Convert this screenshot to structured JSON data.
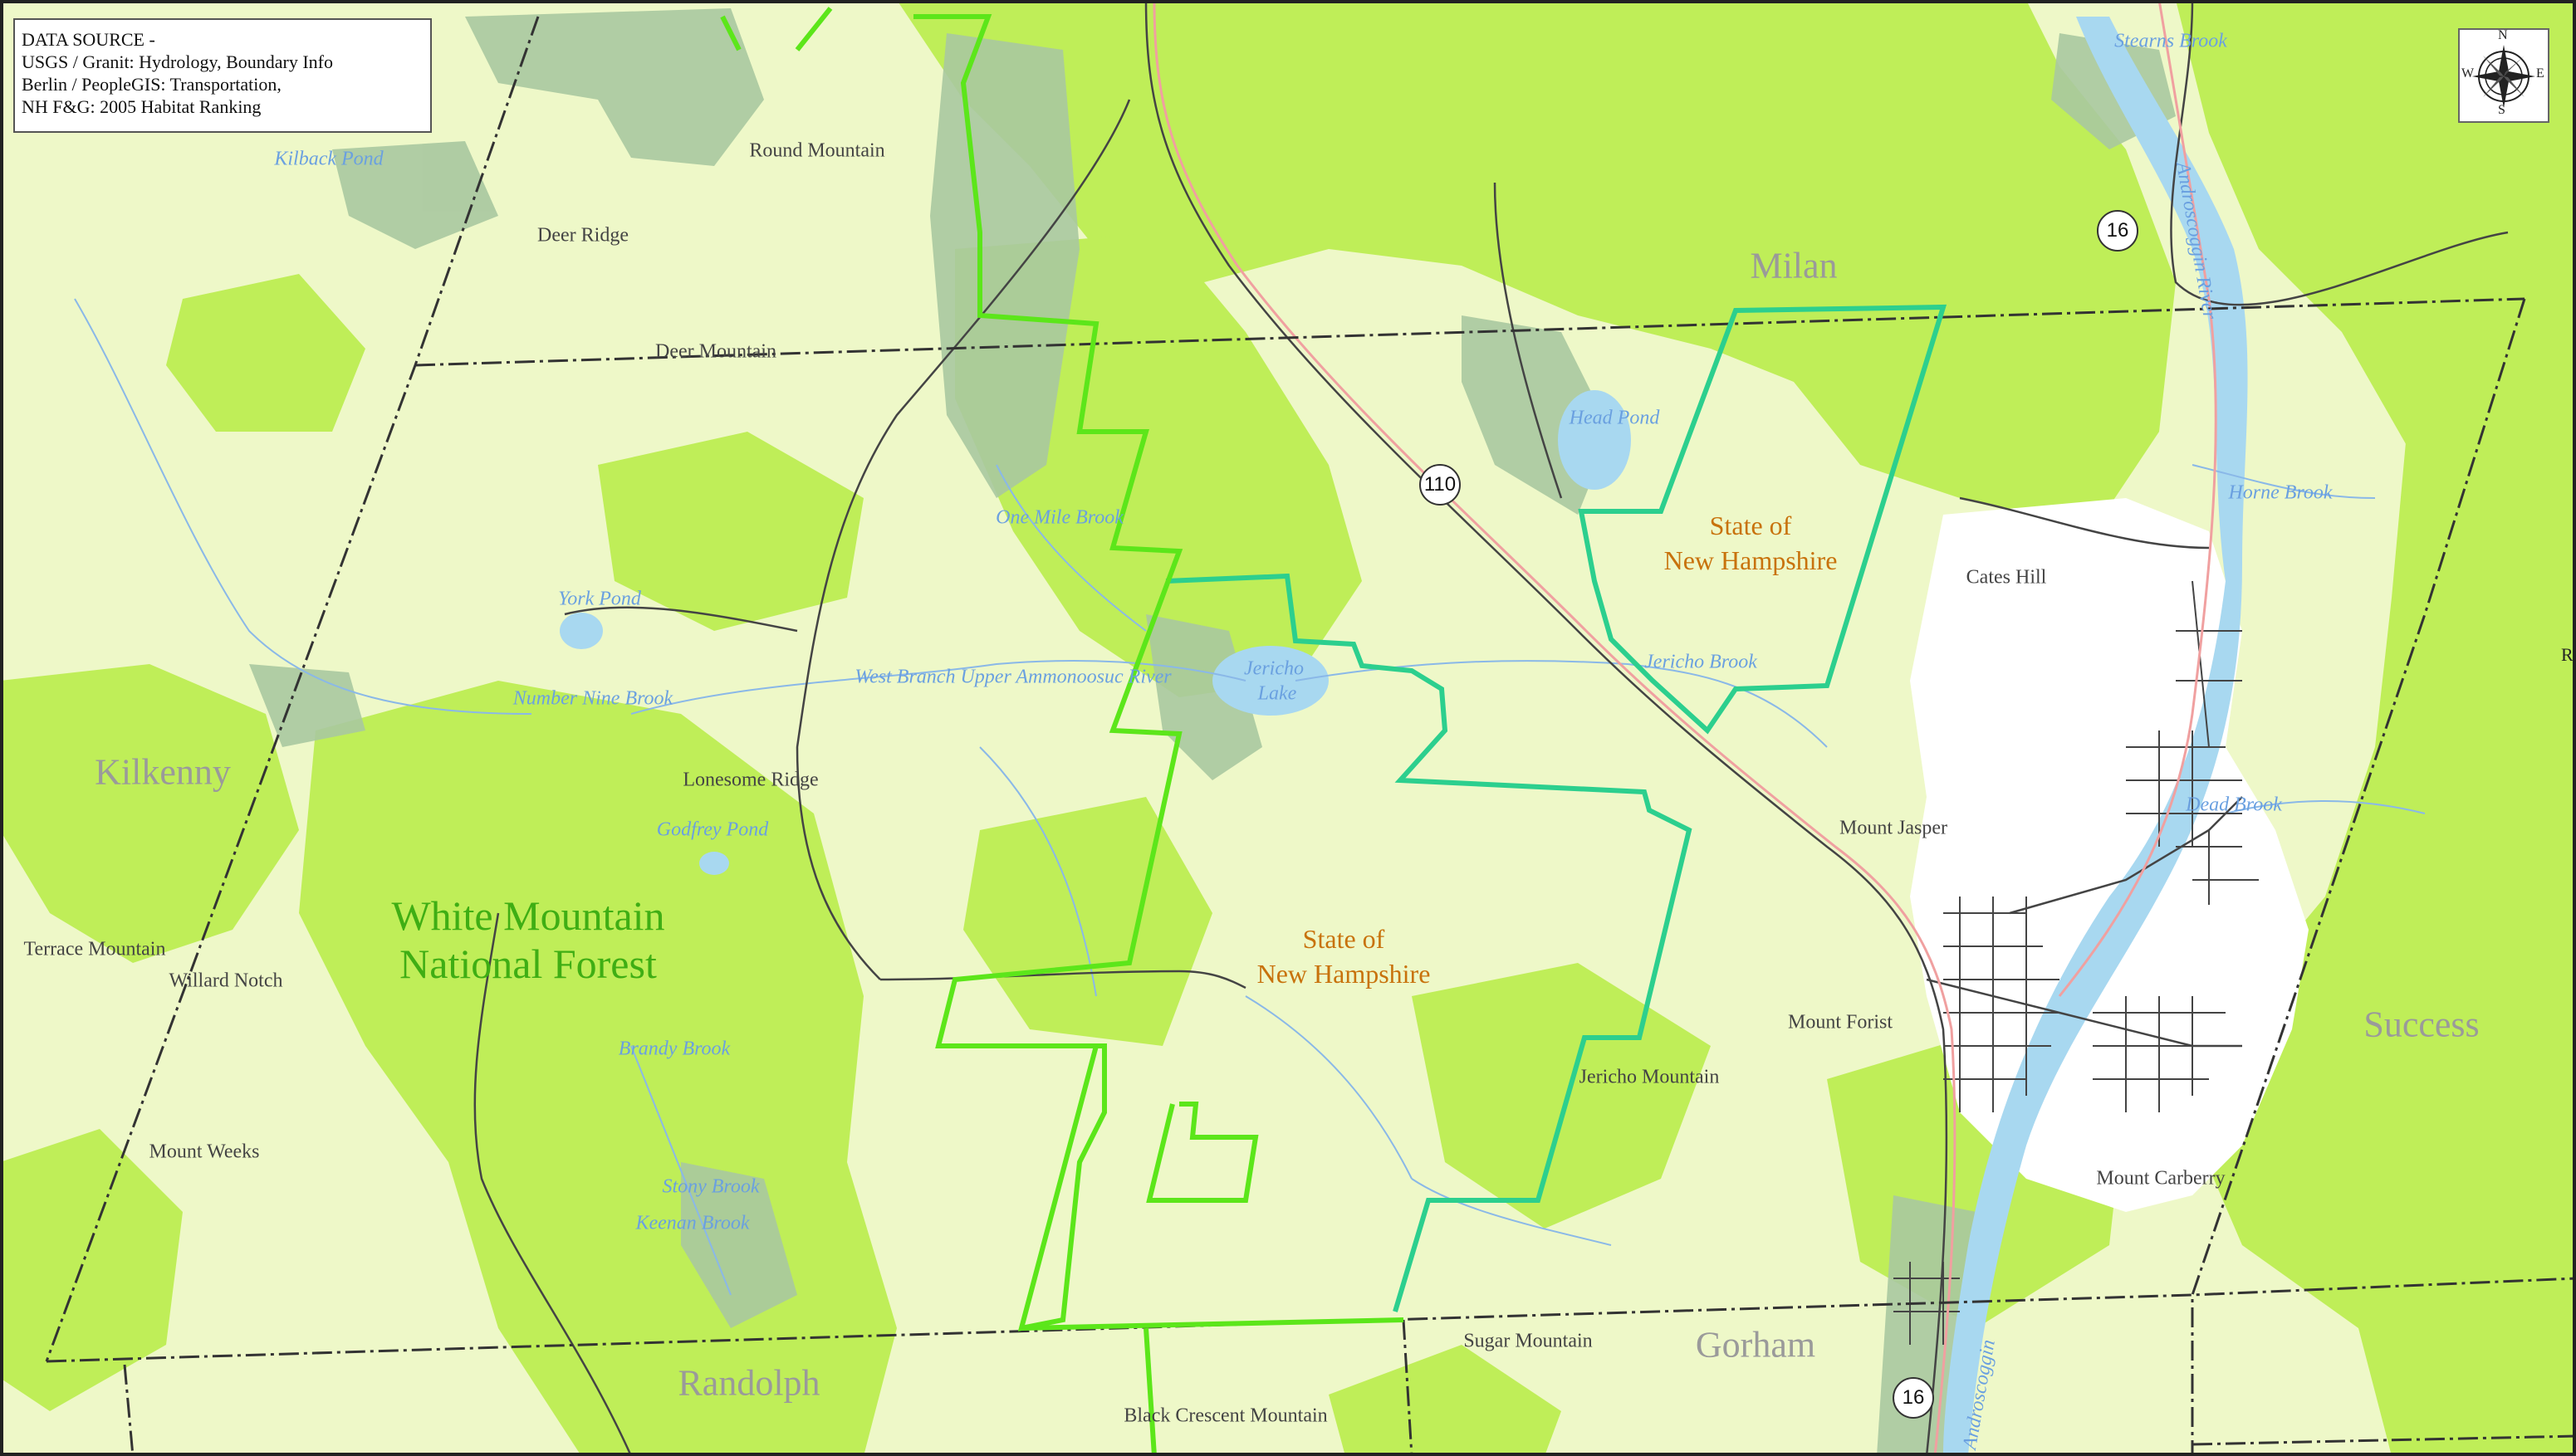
{
  "data_source": {
    "heading": "DATA SOURCE -",
    "lines": [
      "USGS / Granit: Hydrology, Boundary Info",
      "Berlin / PeopleGIS: Transportation,",
      "NH F&G: 2005 Habitat Ranking"
    ]
  },
  "compass": {
    "n": "N",
    "s": "S",
    "e": "E",
    "w": "W"
  },
  "towns": {
    "milan": "Milan",
    "kilkenny": "Kilkenny",
    "success": "Success",
    "gorham": "Gorham",
    "randolph": "Randolph"
  },
  "forest": {
    "line1": "White Mountain",
    "line2": "National Forest"
  },
  "state_land": {
    "north": {
      "line1": "State of",
      "line2": "New Hampshire"
    },
    "south": {
      "line1": "State of",
      "line2": "New Hampshire"
    }
  },
  "peaks": {
    "round_mountain": "Round Mountain",
    "deer_ridge": "Deer Ridge",
    "deer_mountain": "Deer Mountain",
    "lonesome_ridge": "Lonesome Ridge",
    "terrace_mountain": "Terrace Mountain",
    "willard_notch": "Willard Notch",
    "mount_weeks": "Mount Weeks",
    "cates_hill": "Cates Hill",
    "mount_jasper": "Mount Jasper",
    "mount_forist": "Mount Forist",
    "jericho_mountain": "Jericho Mountain",
    "mount_carberry": "Mount Carberry",
    "sugar_mountain": "Sugar Mountain",
    "black_crescent": "Black Crescent Mountain"
  },
  "water": {
    "kilback_pond": "Kilback Pond",
    "stearns_brook": "Stearns Brook",
    "head_pond": "Head Pond",
    "one_mile_brook": "One Mile Brook",
    "york_pond": "York Pond",
    "jericho_lake_1": "Jericho",
    "jericho_lake_2": "Lake",
    "west_branch": "West Branch Upper Ammonoosuc River",
    "number_nine_brook": "Number Nine Brook",
    "godfrey_pond": "Godfrey Pond",
    "jericho_brook": "Jericho Brook",
    "horne_brook": "Horne Brook",
    "dead_river": "Dead Brook",
    "brandy_brook": "Brandy Brook",
    "stony_brook": "Stony Brook",
    "keenan_brook": "Keenan Brook",
    "androscoggin_n": "Androscoggin River",
    "androscoggin_s": "Androscoggin"
  },
  "routes": {
    "r16_north": "16",
    "r110": "110",
    "r16_south": "16"
  },
  "edge": {
    "right_r": "R"
  },
  "colors": {
    "pale_land": "#eef8c8",
    "habitat_green": "#bfee58",
    "wetland": "#a9c8a0",
    "developed": "#ffffff",
    "state_boundary": "#2ccf8e",
    "forest_boundary": "#5ce61a",
    "town_line": "#333333",
    "road": "#444444",
    "highway": "#f0a0a0",
    "water": "#a8d8f0"
  }
}
